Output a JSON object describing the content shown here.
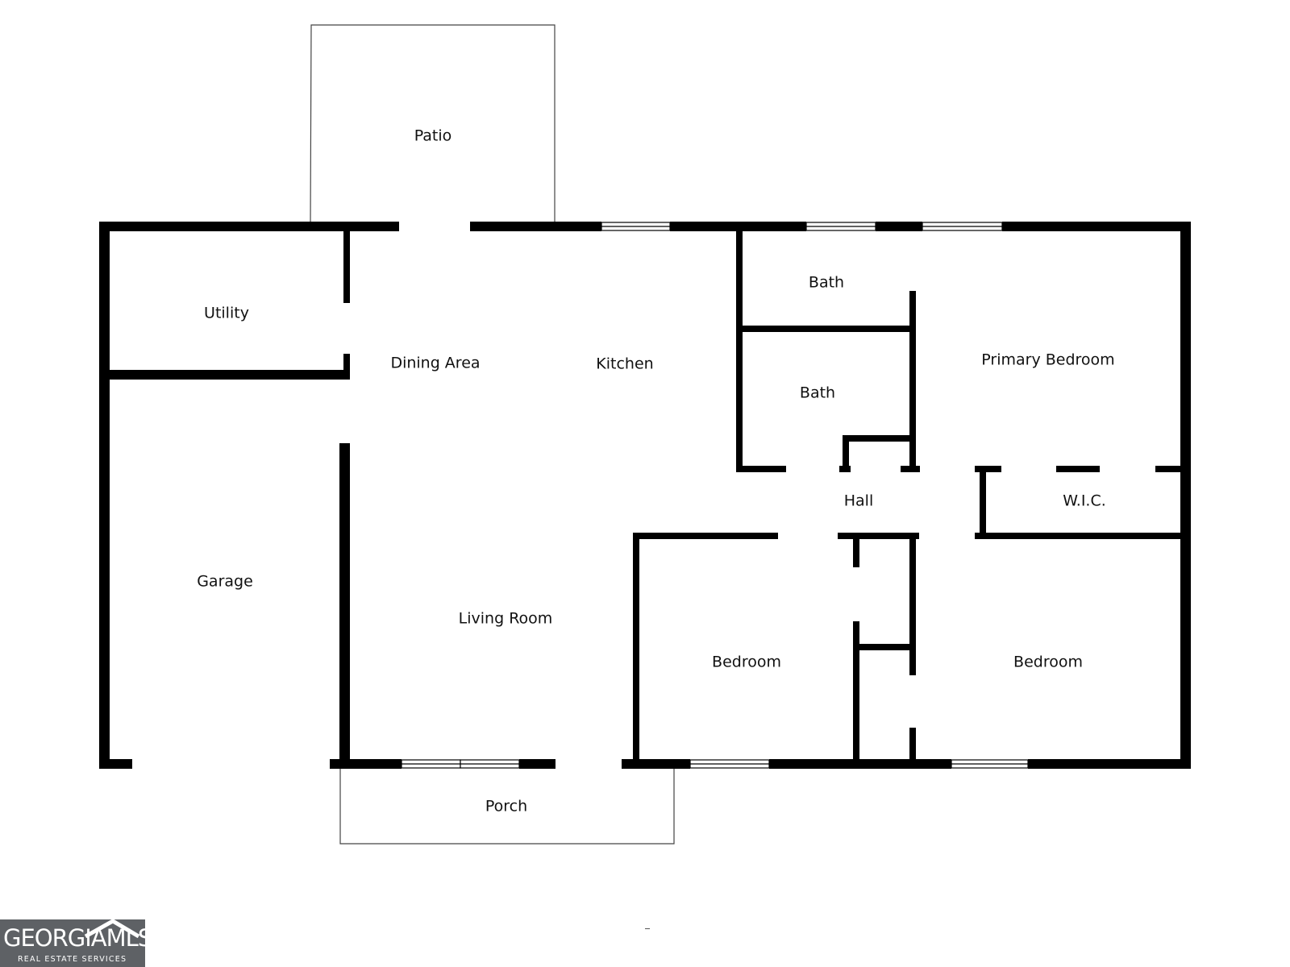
{
  "floorplan": {
    "rooms": {
      "patio": "Patio",
      "utility": "Utility",
      "dining_area": "Dining Area",
      "kitchen": "Kitchen",
      "bath_upper": "Bath",
      "bath_lower": "Bath",
      "primary_bedroom": "Primary Bedroom",
      "hall": "Hall",
      "wic": "W.I.C.",
      "garage": "Garage",
      "living_room": "Living Room",
      "bedroom_left": "Bedroom",
      "bedroom_right": "Bedroom",
      "porch": "Porch"
    }
  },
  "logo": {
    "name": "GEORGIAMLS",
    "tagline": "REAL ESTATE SERVICES"
  },
  "colors": {
    "wall": "#000000",
    "outline": "#444444",
    "logo_bg": "#5e6165"
  }
}
